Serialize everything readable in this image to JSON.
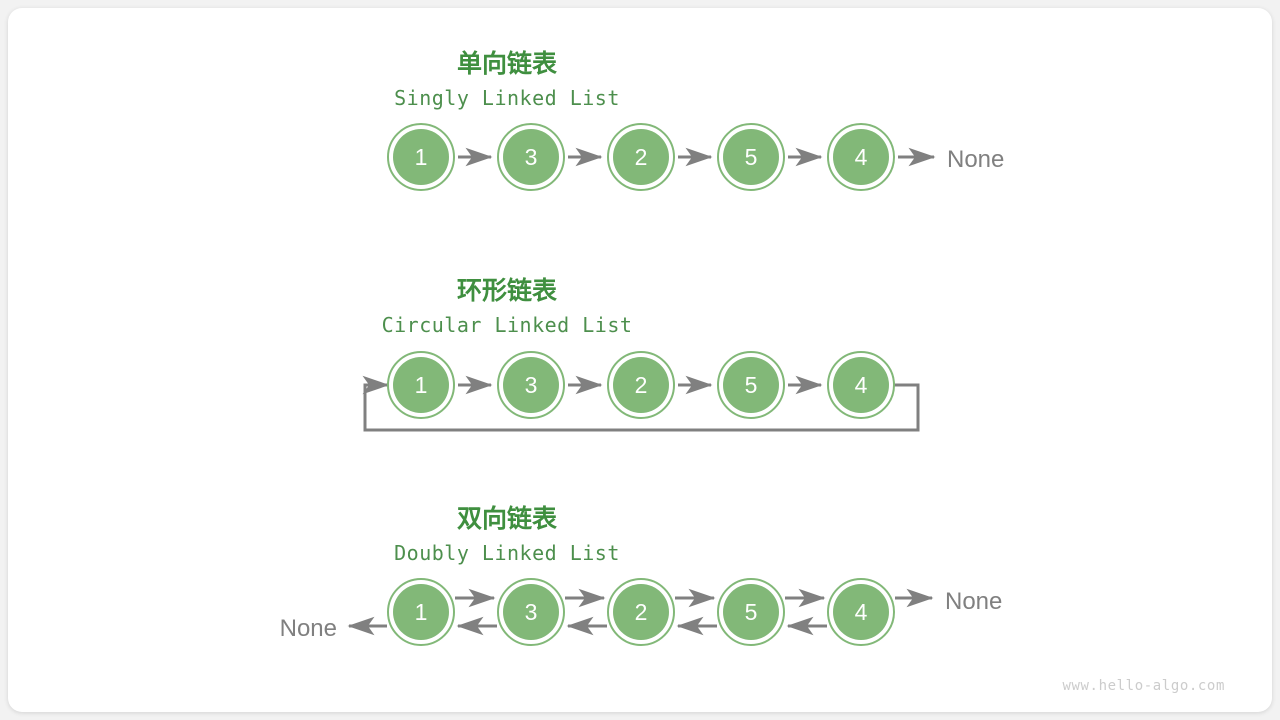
{
  "page": {
    "background_color": "#f2f2f2",
    "card_color": "#ffffff",
    "watermark": "www.hello-algo.com"
  },
  "colors": {
    "node_fill": "#82b878",
    "node_ring": "#82b878",
    "node_inner_ring": "#ffffff",
    "node_text": "#ffffff",
    "title_cn": "#3f8f3f",
    "title_en": "#4d8f4d",
    "arrow": "#808080",
    "none_text": "#808080",
    "watermark": "#cccccc"
  },
  "sections": [
    {
      "id": "singly",
      "title_cn": "单向链表",
      "title_en": "Singly Linked List",
      "nodes": [
        "1",
        "3",
        "2",
        "5",
        "4"
      ],
      "tail_label": "None",
      "head_label": null,
      "forward_arrows": true,
      "backward_arrows": false,
      "circular": false
    },
    {
      "id": "circular",
      "title_cn": "环形链表",
      "title_en": "Circular Linked List",
      "nodes": [
        "1",
        "3",
        "2",
        "5",
        "4"
      ],
      "tail_label": null,
      "head_label": null,
      "forward_arrows": true,
      "backward_arrows": false,
      "circular": true
    },
    {
      "id": "doubly",
      "title_cn": "双向链表",
      "title_en": "Doubly Linked List",
      "nodes": [
        "1",
        "3",
        "2",
        "5",
        "4"
      ],
      "tail_label": "None",
      "head_label": "None",
      "forward_arrows": true,
      "backward_arrows": true,
      "circular": false
    }
  ]
}
